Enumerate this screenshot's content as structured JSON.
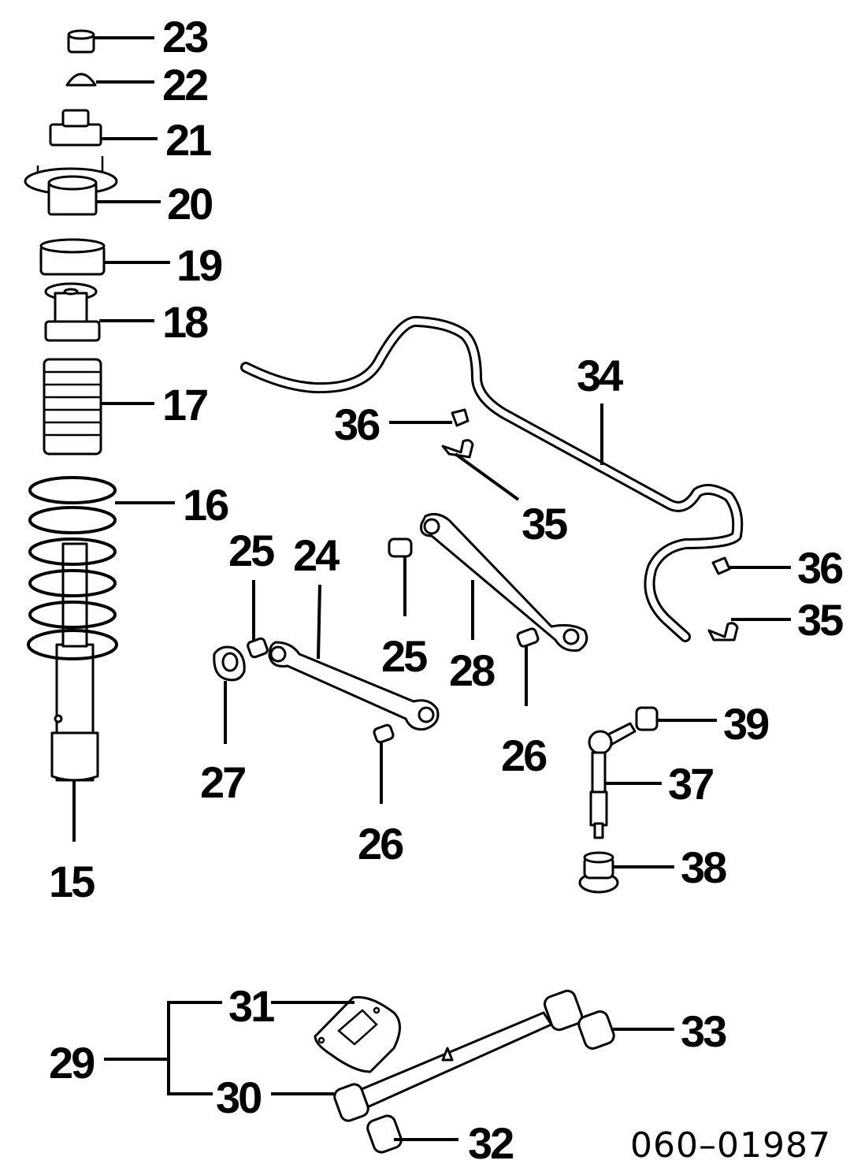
{
  "labels": {
    "l15": "15",
    "l16": "16",
    "l17": "17",
    "l18": "18",
    "l19": "19",
    "l20": "20",
    "l21": "21",
    "l22": "22",
    "l23": "23",
    "l24": "24",
    "l25a": "25",
    "l25b": "25",
    "l26a": "26",
    "l26b": "26",
    "l27": "27",
    "l28": "28",
    "l29": "29",
    "l30": "30",
    "l31": "31",
    "l32": "32",
    "l33": "33",
    "l34": "34",
    "l35a": "35",
    "l35b": "35",
    "l36a": "36",
    "l36b": "36",
    "l37": "37",
    "l38": "38",
    "l39": "39"
  },
  "diagram_code": "060–01987"
}
